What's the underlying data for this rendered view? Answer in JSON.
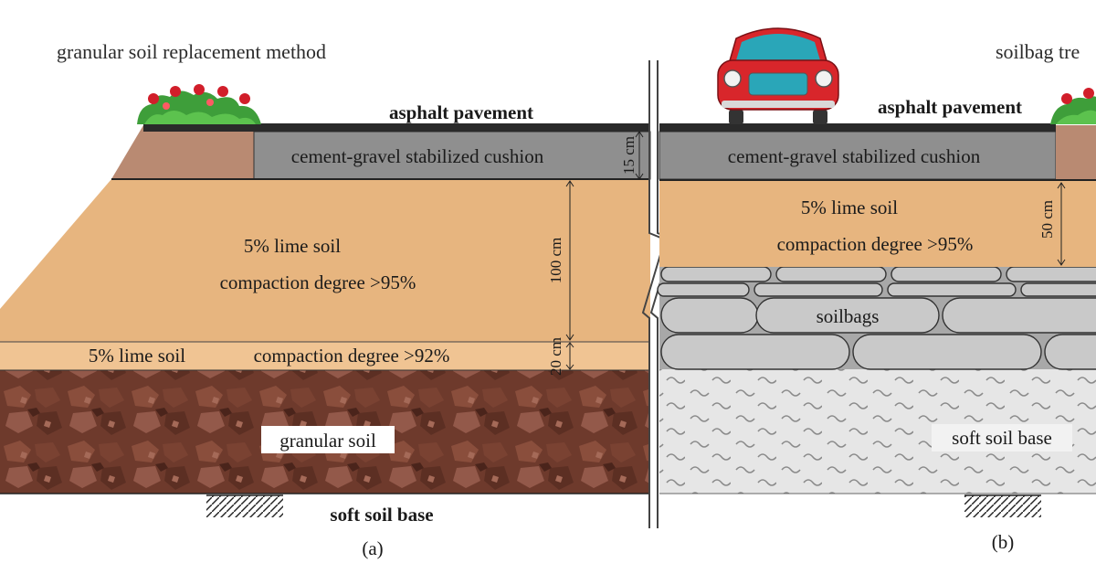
{
  "panel_a": {
    "title": "granular soil replacement method",
    "asphalt": "asphalt pavement",
    "cushion": "cement-gravel stabilized cushion",
    "cushion_thickness": "15 cm",
    "lime_upper_line1": "5% lime soil",
    "lime_upper_line2": "compaction degree >95%",
    "lime_upper_thickness": "100 cm",
    "lime_lower_material": "5% lime soil",
    "lime_lower_compaction": "compaction degree >92%",
    "lime_lower_thickness": "20 cm",
    "granular": "granular soil",
    "base": "soft soil base",
    "caption": "(a)"
  },
  "panel_b": {
    "title": "soilbag tre",
    "asphalt": "asphalt pavement",
    "cushion": "cement-gravel stabilized cushion",
    "lime_line1": "5% lime soil",
    "lime_line2": "compaction degree >95%",
    "lime_thickness": "50 cm",
    "soilbags": "soilbags",
    "base": "soft soil base",
    "caption": "(b)"
  },
  "colors": {
    "asphalt": "#2a2a2a",
    "cushion": "#8f8f8f",
    "shoulder": "#b98a72",
    "lime_soil": "#e7b57f",
    "lime_soil_lower": "#f0c493",
    "granular": "#6e3a2c",
    "soilbag": "#c9c9c9",
    "soft_soil": "#e6e6e6",
    "car_body": "#d8262b",
    "car_glass": "#2aa6b8"
  },
  "icons": [
    "flower-bush-icon",
    "car-icon",
    "ground-hatch-icon"
  ]
}
